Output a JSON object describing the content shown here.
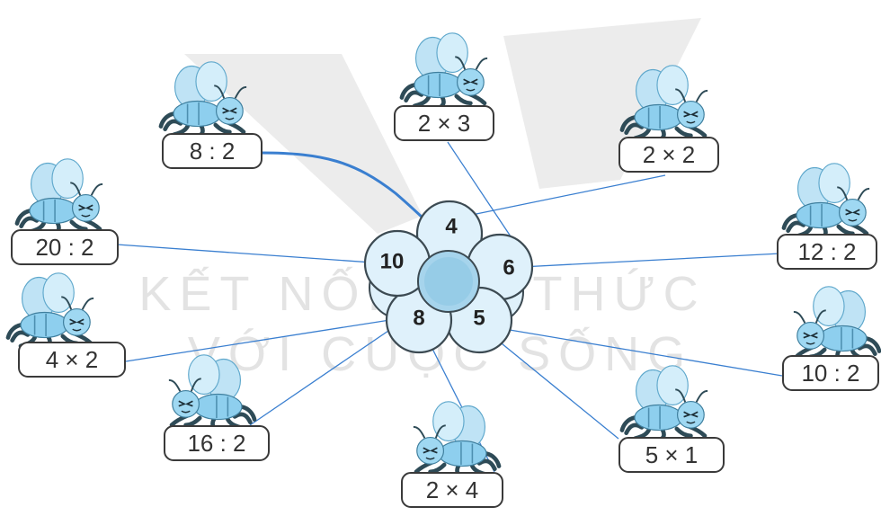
{
  "watermark": {
    "line1": "KẾT NỐI TRI THỨC",
    "line2": "VỚI CUỘC SỐNG"
  },
  "flower": {
    "petals": [
      "4",
      "6",
      "5",
      "8",
      "10"
    ]
  },
  "bees": [
    {
      "id": "b1",
      "label": "8 : 2"
    },
    {
      "id": "b2",
      "label": "2 × 3"
    },
    {
      "id": "b3",
      "label": "2 × 2"
    },
    {
      "id": "b4",
      "label": "20 : 2"
    },
    {
      "id": "b5",
      "label": "12 : 2"
    },
    {
      "id": "b6",
      "label": "4 × 2"
    },
    {
      "id": "b7",
      "label": "10 : 2"
    },
    {
      "id": "b8",
      "label": "16 : 2"
    },
    {
      "id": "b9",
      "label": "5 × 1"
    },
    {
      "id": "b10",
      "label": "2 × 4"
    }
  ],
  "colors": {
    "line": "#3a7fd0",
    "bee_wing": "#bfe3f5",
    "bee_body": "#8ecfee",
    "bee_dark": "#2e4b57",
    "petal": "#dff1fb",
    "petal_stroke": "#3c4a52",
    "center": "#9fd0ea"
  }
}
